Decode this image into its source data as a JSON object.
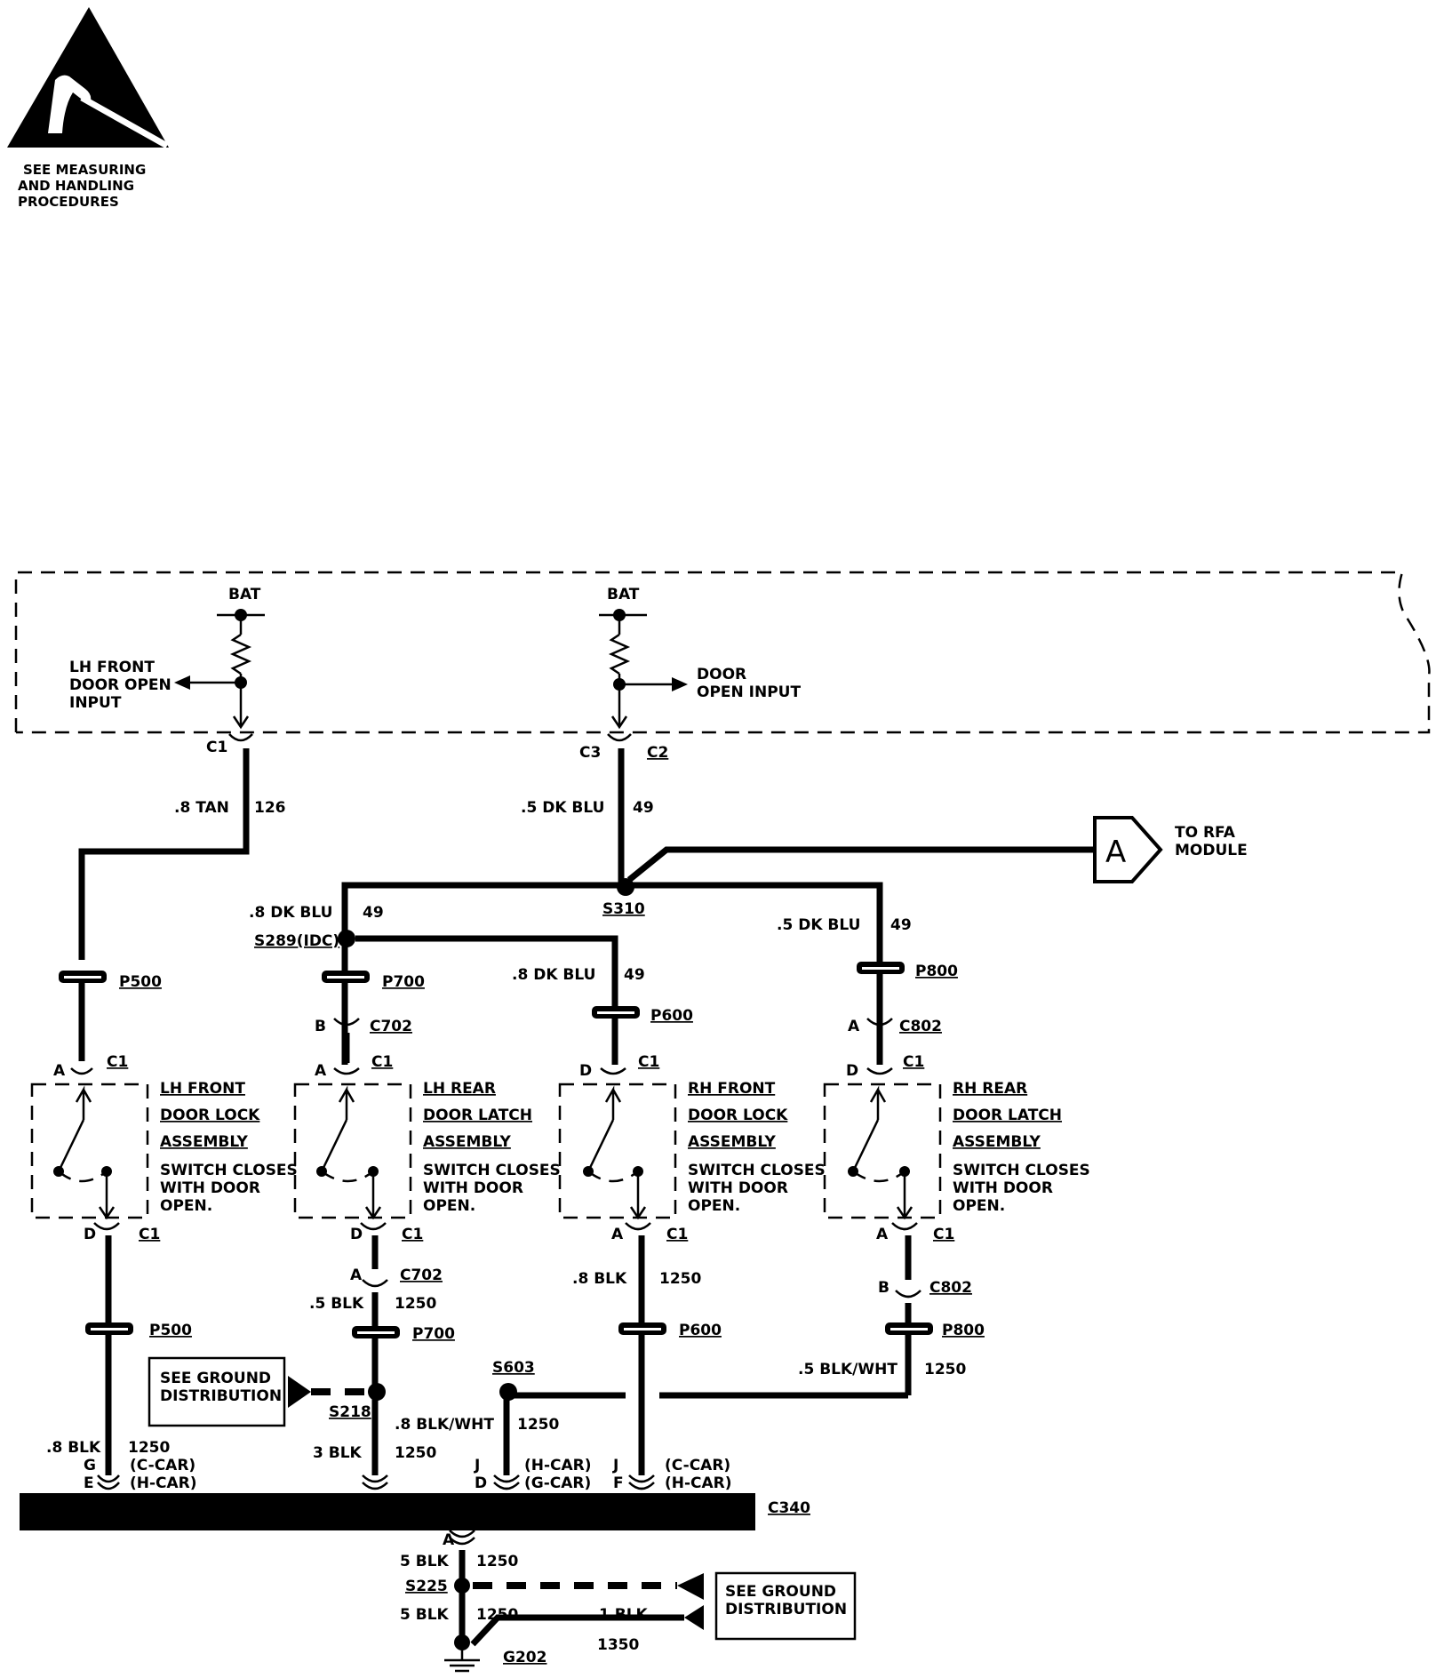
{
  "esd_notice": [
    "SEE MEASURING",
    "AND HANDLING",
    "PROCEDURES"
  ],
  "module": {
    "bat_left": "BAT",
    "bat_right": "BAT",
    "lh_input": [
      "LH FRONT",
      "DOOR OPEN",
      "INPUT"
    ],
    "door_input": [
      "DOOR",
      "OPEN INPUT"
    ],
    "conn_c1": "C1",
    "conn_c3": "C3",
    "conn_c2": "C2"
  },
  "wires": {
    "tan_126": ".8 TAN",
    "num_126": "126",
    "dkblu_5": ".5 DK BLU",
    "num_49": "49",
    "dkblu_8": ".8 DK BLU"
  },
  "rfa": {
    "letter": "A",
    "label": [
      "TO RFA",
      "MODULE"
    ]
  },
  "splices": {
    "s310": "S310",
    "s289": "S289(IDC)",
    "s218": "S218",
    "s603": "S603",
    "s225": "S225"
  },
  "connectors": {
    "p500": "P500",
    "p700": "P700",
    "p600": "P600",
    "p800": "P800",
    "c702": "C702",
    "c802": "C802",
    "c1": "C1",
    "c340": "C340"
  },
  "pins": {
    "a": "A",
    "b": "B",
    "d": "D",
    "g": "G",
    "e": "E",
    "j": "J",
    "f": "F"
  },
  "switches": [
    {
      "title": [
        "LH FRONT",
        "DOOR LOCK",
        "ASSEMBLY"
      ],
      "note": [
        "SWITCH CLOSES",
        "WITH DOOR",
        "OPEN."
      ]
    },
    {
      "title": [
        "LH REAR",
        "DOOR LATCH",
        "ASSEMBLY"
      ],
      "note": [
        "SWITCH CLOSES",
        "WITH DOOR",
        "OPEN."
      ]
    },
    {
      "title": [
        "RH FRONT",
        "DOOR LOCK",
        "ASSEMBLY"
      ],
      "note": [
        "SWITCH CLOSES",
        "WITH DOOR",
        "OPEN."
      ]
    },
    {
      "title": [
        "RH REAR",
        "DOOR LATCH",
        "ASSEMBLY"
      ],
      "note": [
        "SWITCH CLOSES",
        "WITH DOOR",
        "OPEN."
      ]
    }
  ],
  "ground_wires": {
    "blk_8": ".8 BLK",
    "blk_5": ".5 BLK",
    "num_1250": "1250",
    "blkwht_5": ".5 BLK/WHT",
    "blkwht_8": ".8 BLK/WHT",
    "blk_3": "3 BLK",
    "blk_5b": "5 BLK",
    "blk_1": "1 BLK",
    "num_1350": "1350"
  },
  "car_codes": {
    "c_car": "(C-CAR)",
    "h_car": "(H-CAR)",
    "g_car": "(G-CAR)"
  },
  "see_ground": [
    "SEE GROUND",
    "DISTRIBUTION"
  ],
  "ground": "G202"
}
